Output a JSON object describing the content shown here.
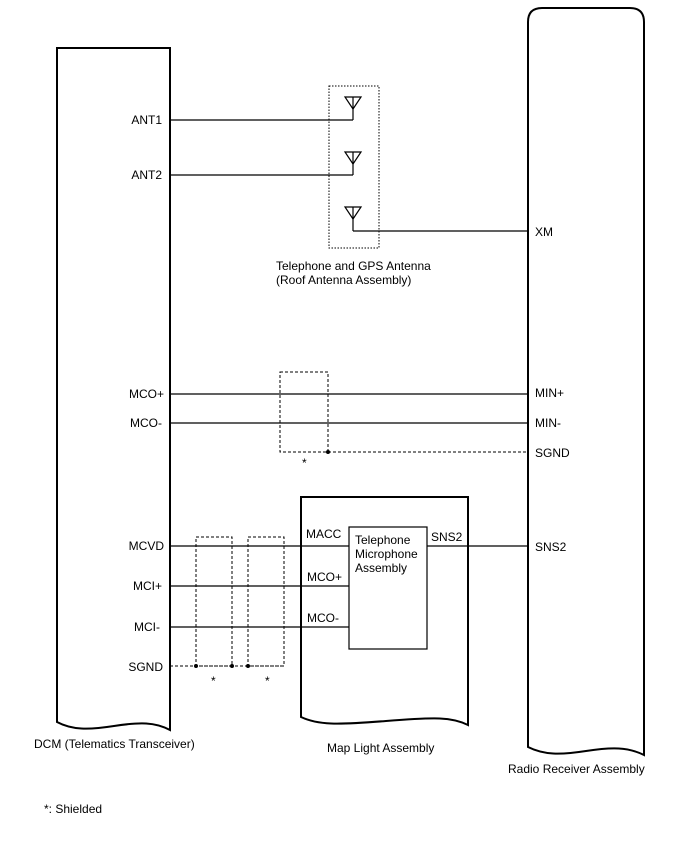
{
  "components": {
    "dcm": "DCM (Telematics Transceiver)",
    "radio": "Radio Receiver Assembly",
    "maplight": "Map Light Assembly",
    "antenna": [
      "Telephone and GPS Antenna",
      "(Roof Antenna Assembly)"
    ],
    "mic": [
      "Telephone",
      "Microphone",
      "Assembly"
    ]
  },
  "dcm_pins": {
    "ant1": "ANT1",
    "ant2": "ANT2",
    "mco_plus": "MCO+",
    "mco_minus": "MCO-",
    "mcvd": "MCVD",
    "mci_plus": "MCI+",
    "mci_minus": "MCI-",
    "sgnd": "SGND"
  },
  "radio_pins": {
    "xm": "XM",
    "min_plus": "MIN+",
    "min_minus": "MIN-",
    "sgnd": "SGND",
    "sns2": "SNS2"
  },
  "maplight_pins": {
    "macc": "MACC",
    "mco_plus": "MCO+",
    "mco_minus": "MCO-",
    "sns2": "SNS2"
  },
  "shield_marks": [
    "*",
    "*",
    "*"
  ],
  "footnote": "*: Shielded"
}
